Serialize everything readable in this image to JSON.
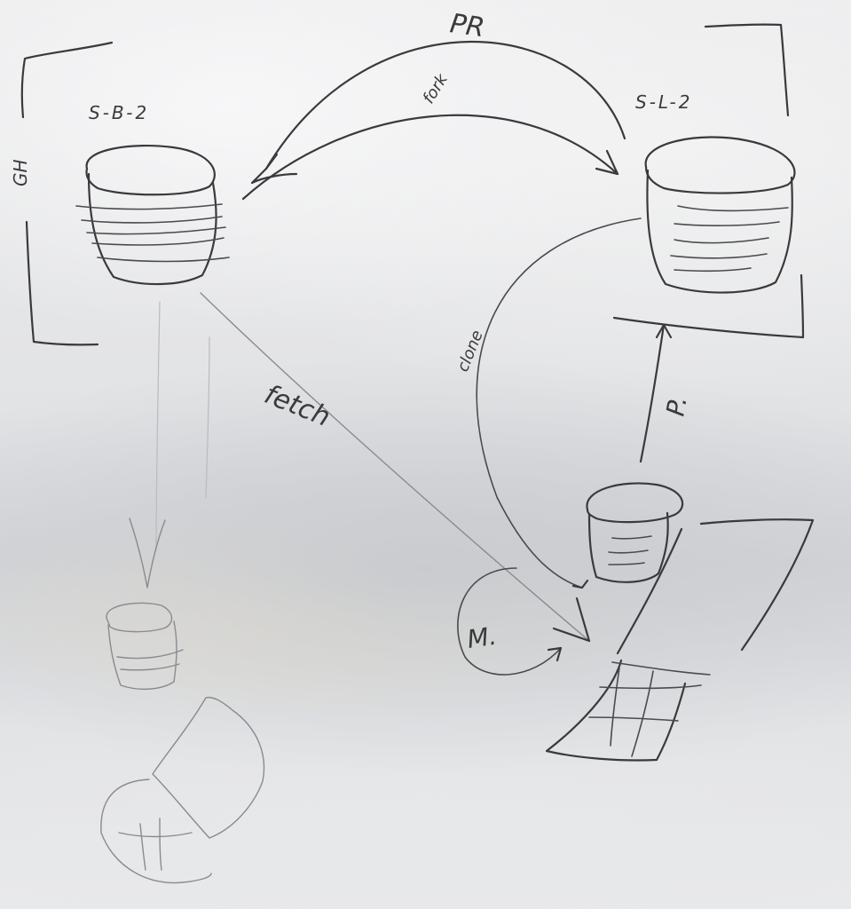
{
  "labels": {
    "left_repo": "S-B-2",
    "right_repo": "S-L-2",
    "left_group": "GH",
    "pr": "PR",
    "fork": "fork",
    "fetch": "fetch",
    "clone": "clone",
    "push": "P.",
    "modify": "M."
  }
}
